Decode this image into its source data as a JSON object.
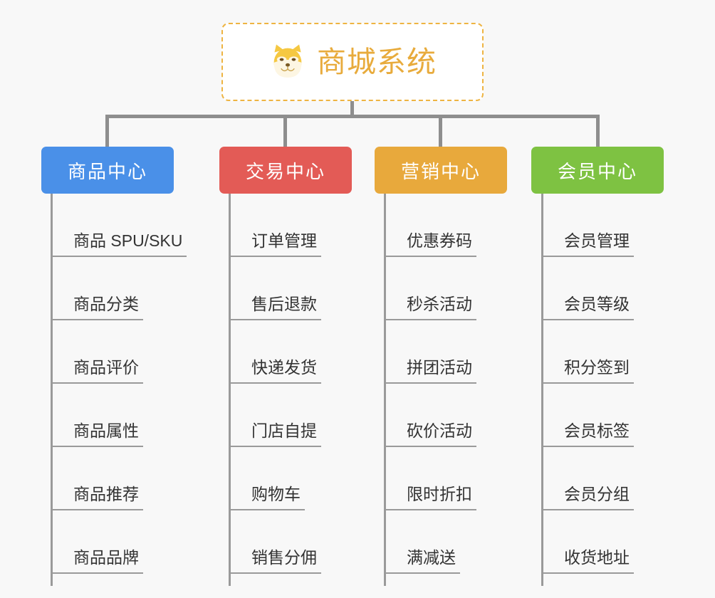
{
  "canvas": {
    "background_color": "#f8f8f8"
  },
  "root": {
    "title": "商城系统",
    "icon": "shiba-dog-face-icon",
    "text_color": "#e8ab3c",
    "border_color": "#eeb442",
    "border_style": "dashed",
    "fill_color": "#ffffff"
  },
  "connector": {
    "color": "#8e8e8e"
  },
  "branches": [
    {
      "label": "商品中心",
      "color": "#4a90e8",
      "items": [
        "商品 SPU/SKU",
        "商品分类",
        "商品评价",
        "商品属性",
        "商品推荐",
        "商品品牌"
      ]
    },
    {
      "label": "交易中心",
      "color": "#e35b56",
      "items": [
        "订单管理",
        "售后退款",
        "快递发货",
        "门店自提",
        "购物车",
        "销售分佣"
      ]
    },
    {
      "label": "营销中心",
      "color": "#e8a93c",
      "items": [
        "优惠券码",
        "秒杀活动",
        "拼团活动",
        "砍价活动",
        "限时折扣",
        "满减送"
      ]
    },
    {
      "label": "会员中心",
      "color": "#7ec242",
      "items": [
        "会员管理",
        "会员等级",
        "积分签到",
        "会员标签",
        "会员分组",
        "收货地址"
      ]
    }
  ]
}
